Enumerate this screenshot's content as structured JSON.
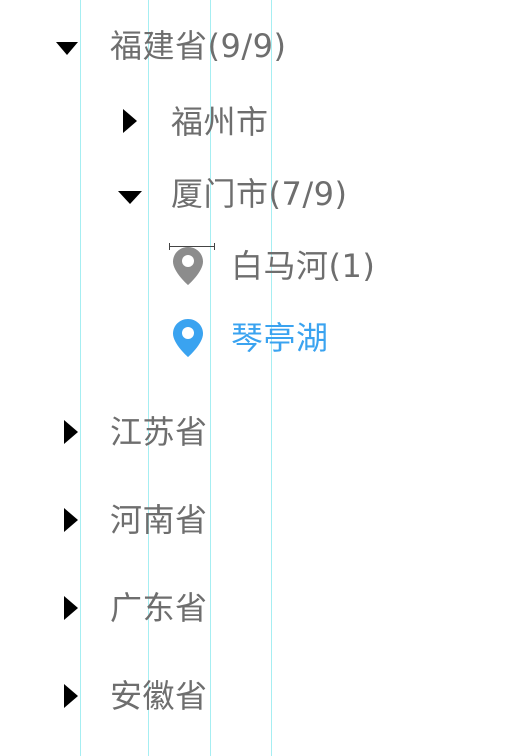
{
  "tree": {
    "fujian": {
      "label": "福建省(9/9)",
      "expanded": true
    },
    "fuzhou": {
      "label": "福州市",
      "expanded": false
    },
    "xiamen": {
      "label": "厦门市(7/9)",
      "expanded": true
    },
    "baimahe": {
      "label": "白马河(1)",
      "icon": "map-pin-icon",
      "selected": false
    },
    "qintinghu": {
      "label": "琴亭湖",
      "icon": "map-pin-icon",
      "selected": true
    },
    "jiangsu": {
      "label": "江苏省",
      "expanded": false
    },
    "henan": {
      "label": "河南省",
      "expanded": false
    },
    "guangdong": {
      "label": "广东省",
      "expanded": false
    },
    "anhui": {
      "label": "安徽省",
      "expanded": false
    }
  },
  "colors": {
    "text": "#6e6e6e",
    "active": "#3aa3f0",
    "pin_inactive": "#8c8c8c",
    "triangle": "#000000",
    "guide_lines": "#a6eef2"
  }
}
